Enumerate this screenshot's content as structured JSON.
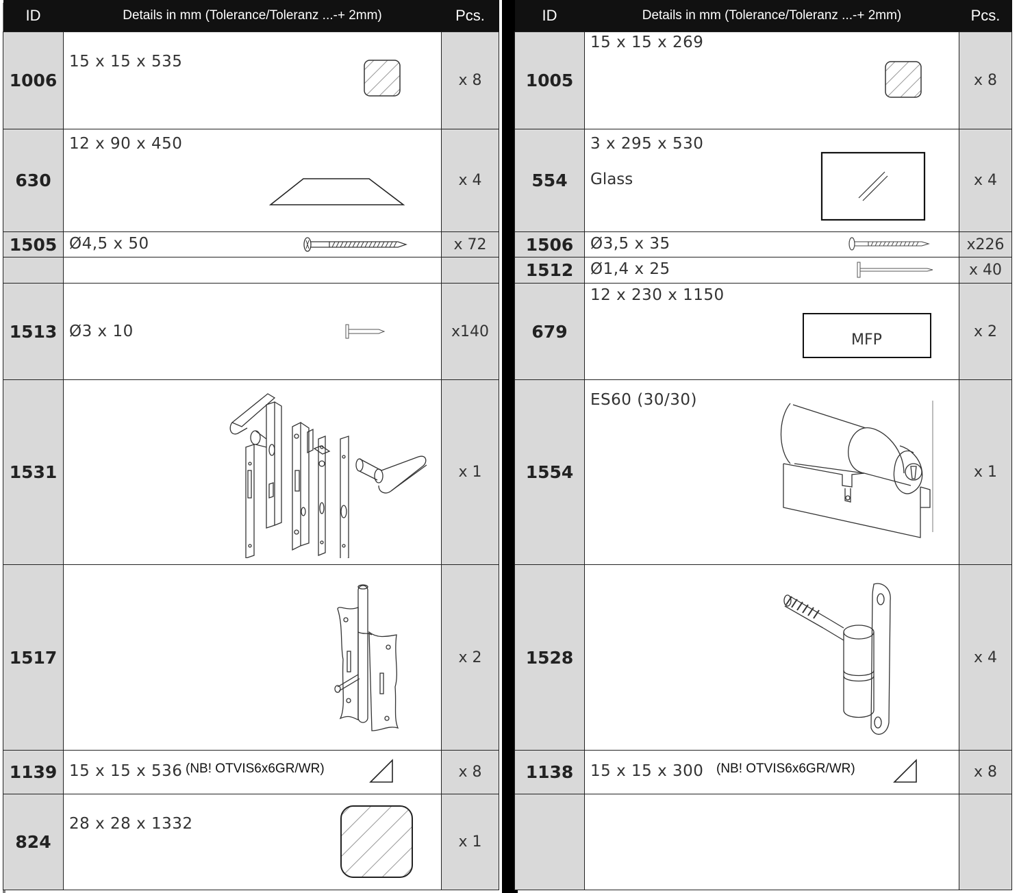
{
  "headers": {
    "id": "ID",
    "details": "Details in mm (Tolerance/Toleranz ...-+ 2mm)",
    "pcs": "Pcs."
  },
  "left": [
    {
      "id": "1006",
      "d1": "15 x 15 x 535",
      "pcs": "x 8",
      "icon": "square-profile-icon"
    },
    {
      "id": "630",
      "d1": "12 x 90 x 450",
      "pcs": "x 4",
      "icon": "trapezoid-board-icon"
    },
    {
      "id": "1505",
      "d1": "Ø4,5 x 50",
      "pcs": "x 72",
      "icon": "screw-icon"
    },
    {
      "id": "",
      "d1": "",
      "pcs": ""
    },
    {
      "id": "1513",
      "d1": "Ø3 x 10",
      "pcs": "x140",
      "icon": "nail-icon"
    },
    {
      "id": "1531",
      "d1": "",
      "pcs": "x 1",
      "icon": "door-lock-set-icon"
    },
    {
      "id": "1517",
      "d1": "",
      "pcs": "x 2",
      "icon": "hinge-icon"
    },
    {
      "id": "1139",
      "d1": "15 x 15 x 536",
      "note": "(NB! OTVIS6x6GR/WR)",
      "pcs": "x 8",
      "icon": "triangle-profile-icon"
    },
    {
      "id": "824",
      "d1": "28 x 28 x 1332",
      "pcs": "x 1",
      "icon": "square-profile-icon"
    }
  ],
  "right": [
    {
      "id": "1005",
      "d1": "15 x 15 x 269",
      "pcs": "x 8",
      "icon": "square-profile-icon"
    },
    {
      "id": "554",
      "d1": "3 x 295 x 530",
      "d2": "Glass",
      "pcs": "x 4",
      "icon": "glass-pane-icon"
    },
    {
      "id": "1506",
      "d1": "Ø3,5 x 35",
      "pcs": "x226",
      "icon": "screw-icon"
    },
    {
      "id": "1512",
      "d1": "Ø1,4 x 25",
      "pcs": "x 40",
      "icon": "nail-icon"
    },
    {
      "id": "679",
      "d1": "12 x 230 x 1150",
      "box_label": "MFP",
      "pcs": "x 2",
      "icon": "mfp-board-icon"
    },
    {
      "id": "1554",
      "d1": "ES60 (30/30)",
      "pcs": "x 1",
      "icon": "lock-cylinder-icon"
    },
    {
      "id": "1528",
      "d1": "",
      "pcs": "x 4",
      "icon": "pin-hinge-icon"
    },
    {
      "id": "1138",
      "d1": "15 x 15 x 300",
      "note": "(NB! OTVIS6x6GR/WR)",
      "pcs": "x 8",
      "icon": "triangle-profile-icon"
    },
    {
      "id": "",
      "d1": "",
      "pcs": ""
    }
  ]
}
